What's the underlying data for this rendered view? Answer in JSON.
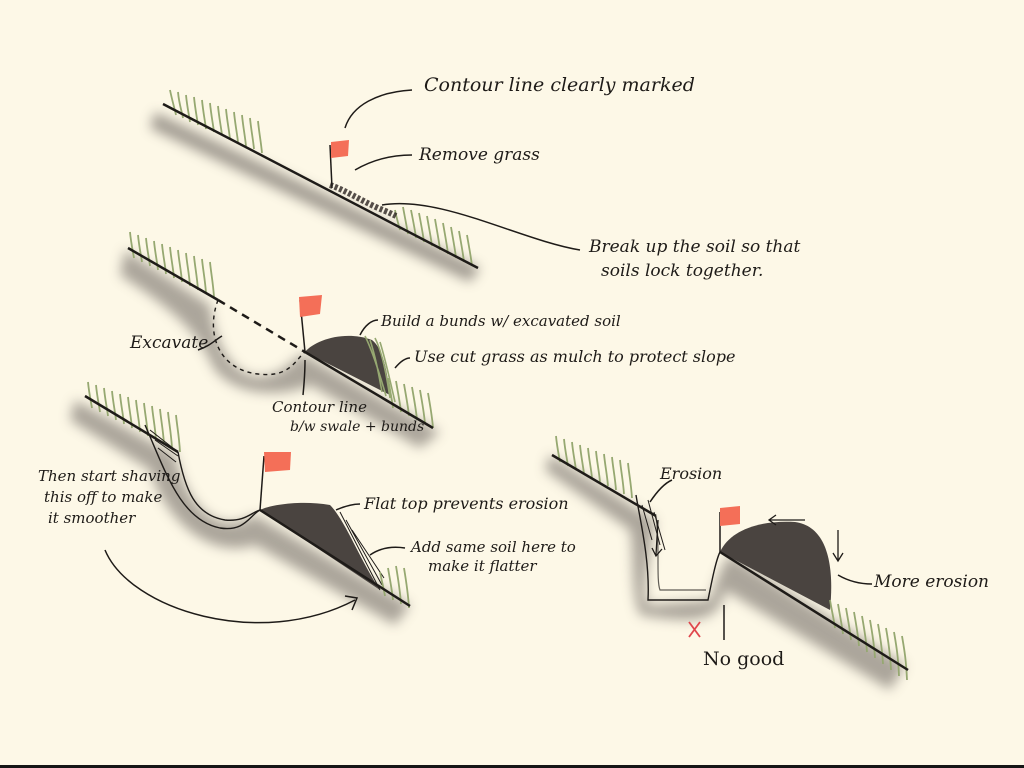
{
  "annotations": {
    "contour_marked": "Contour line clearly marked",
    "remove_grass": "Remove grass",
    "break_soil_1": "Break up the soil so that",
    "break_soil_2": "soils lock together.",
    "build_bunds": "Build a bunds w/ excavated soil",
    "excavate": "Excavate",
    "cut_grass": "Use cut grass as mulch to protect slope",
    "contour_between_1": "Contour line",
    "contour_between_2": "b/w swale + bunds",
    "shaving_1": "Then start shaving",
    "shaving_2": "this off to make",
    "shaving_3": "it smoother",
    "flat_top": "Flat top prevents erosion",
    "add_soil_1": "Add same soil here to",
    "add_soil_2": "make it flatter",
    "erosion": "Erosion",
    "more_erosion": "More erosion",
    "no_good": "No good"
  },
  "colors": {
    "paper": "#fdf8e7",
    "ink": "#1e1b18",
    "grass": "#96a871",
    "soil": "#4a4440",
    "flag": "#f46f58",
    "cross": "#e0474d"
  }
}
